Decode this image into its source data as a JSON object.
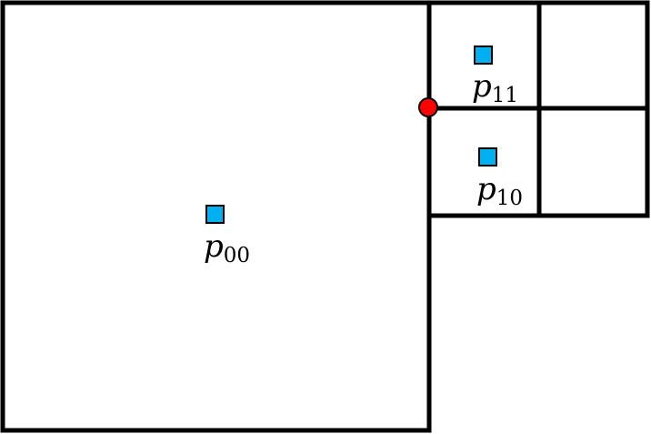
{
  "colors": {
    "background": "#ffffff",
    "cell_stroke": "#000000",
    "point_fill": "#00b0f0",
    "point_stroke": "#000000",
    "vertex_fill": "#ff0000",
    "vertex_stroke": "#000000"
  },
  "points": [
    {
      "id": "p00",
      "base": "p",
      "subscript": "00"
    },
    {
      "id": "p11",
      "base": "p",
      "subscript": "11"
    },
    {
      "id": "p10",
      "base": "p",
      "subscript": "10"
    }
  ]
}
